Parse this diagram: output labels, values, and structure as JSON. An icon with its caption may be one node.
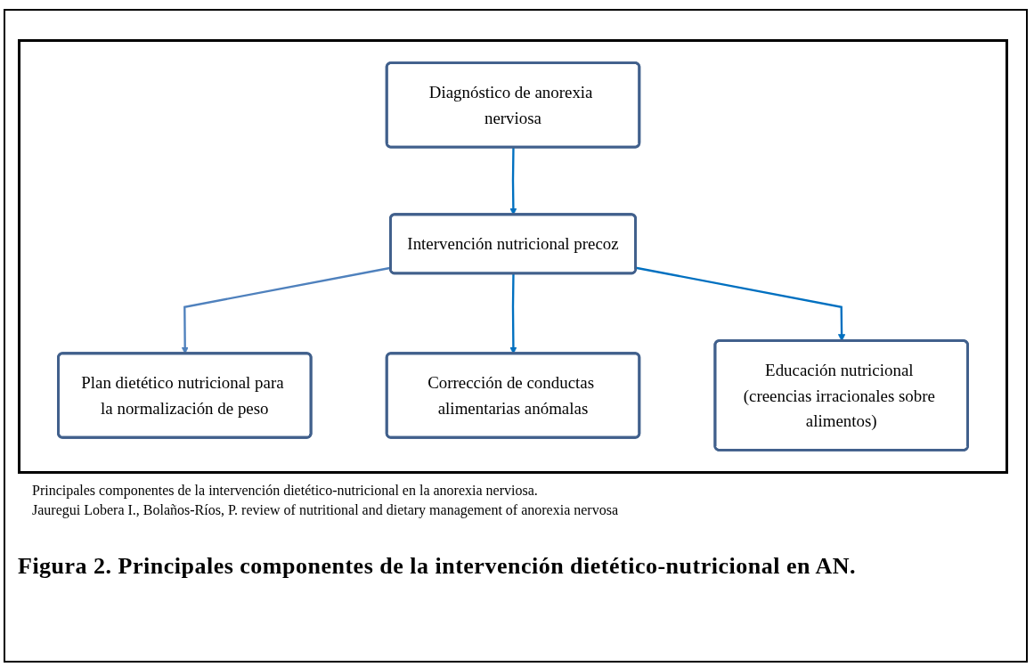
{
  "diagram": {
    "caption": "Figura 2. Principales componentes de la intervención dietético-nutricional en AN.",
    "nodes": [
      {
        "text": [
          "Diagnóstico de anorexia nerviosa"
        ]
      },
      {
        "text": [
          "Intervención nutricional precoz"
        ]
      },
      {
        "text": [
          "Plan dietético nutricional para la normalización de peso"
        ]
      },
      {
        "text": [
          "Corrección de conductas alimentarias anómalas"
        ]
      },
      {
        "text": [
          "Educación nutricional (creencias irracionales sobre alimentos)"
        ]
      }
    ],
    "edges": [
      {
        "from": 0,
        "to": 1,
        "arrow": "to"
      },
      {
        "from": 1,
        "to": 2,
        "arrow": "to",
        "color": "#4f81bd"
      },
      {
        "from": 1,
        "to": 3,
        "arrow": "to"
      },
      {
        "from": 1,
        "to": 4,
        "arrow": "to"
      }
    ],
    "labels": [
      "Principales componentes de la intervención dietético-nutricional en la anorexia nerviosa.",
      "Jauregui Lobera I., Bolaños-Ríos, P. review of nutritional and dietary management of anorexia nervosa"
    ]
  }
}
